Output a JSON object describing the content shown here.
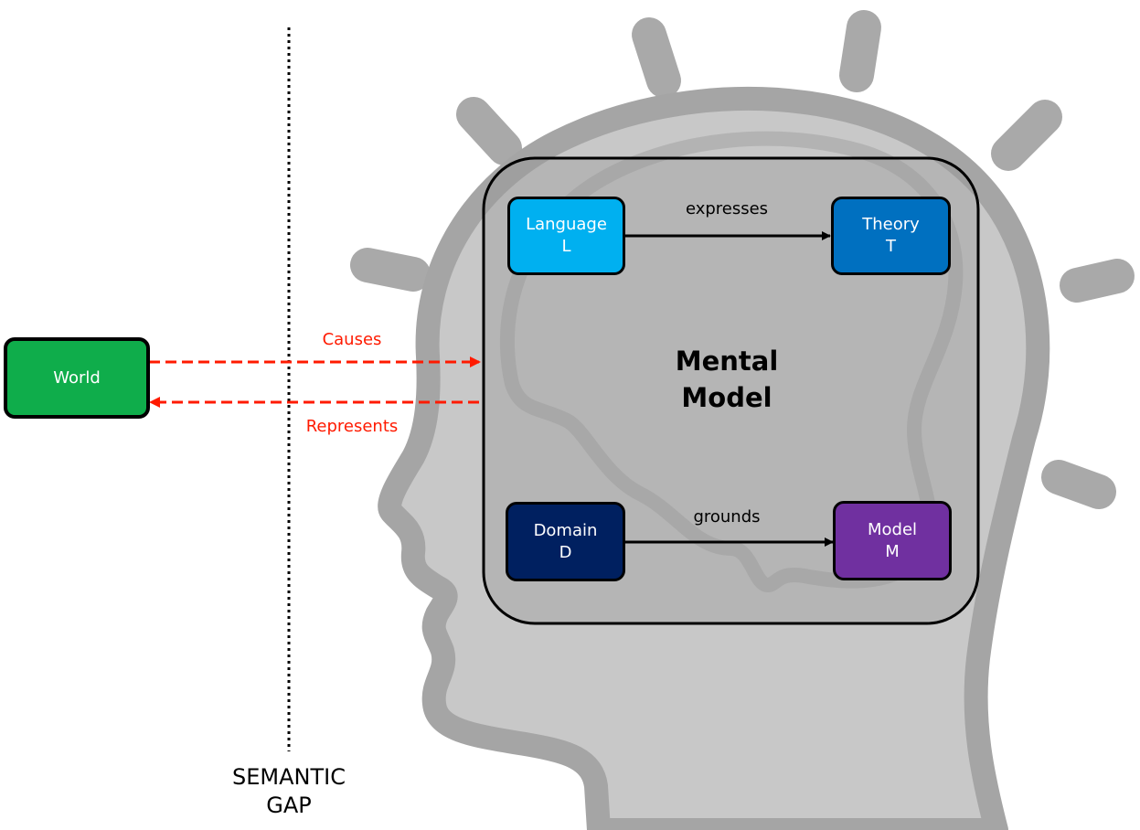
{
  "world": {
    "label": "World",
    "color": "#0fad4b"
  },
  "arrows": {
    "causes": "Causes",
    "represents": "Represents",
    "color": "#ff1a00"
  },
  "mental_model": {
    "title_line1": "Mental",
    "title_line2": "Model"
  },
  "nodes": {
    "language": {
      "line1": "Language",
      "line2": "L",
      "color": "#00b0f0"
    },
    "theory": {
      "line1": "Theory",
      "line2": "T",
      "color": "#0070c0"
    },
    "domain": {
      "line1": "Domain",
      "line2": "D",
      "color": "#002060"
    },
    "model": {
      "line1": "Model",
      "line2": "M",
      "color": "#7030a0"
    }
  },
  "relations": {
    "expresses": "expresses",
    "grounds": "grounds"
  },
  "semantic_gap": {
    "line1": "SEMANTIC",
    "line2": "GAP"
  },
  "head_icon": "human-head-with-light-rays"
}
